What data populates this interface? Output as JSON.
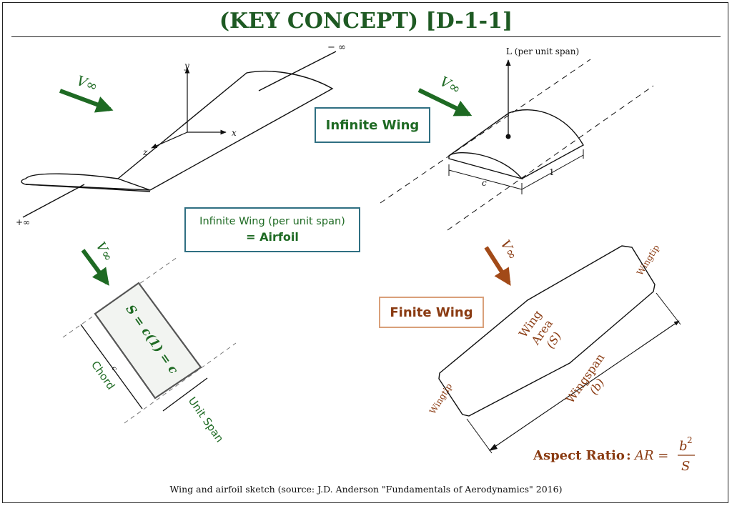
{
  "header": {
    "title": "(KEY CONCEPT) [D-1-1]"
  },
  "boxes": {
    "infinite_wing": "Infinite Wing",
    "airfoil_line1": "Infinite Wing (per unit span)",
    "airfoil_line2": "= Airfoil",
    "finite_wing": "Finite Wing"
  },
  "sketch_3d": {
    "axis_y": "y",
    "axis_x": "x",
    "axis_z": "z",
    "minus_inf": "− ∞",
    "plus_inf": "+∞",
    "freestream": "V∞"
  },
  "sketch_section": {
    "lift": "L (per unit span)",
    "chord": "c",
    "unit": "1",
    "freestream": "V∞"
  },
  "sketch_strip": {
    "area_formula": "S = c(1) = c",
    "chord_label": "Chord",
    "chord_symbol": "c",
    "span_label": "Unit Span",
    "freestream": "V∞"
  },
  "sketch_finite": {
    "wingtip_top": "Wingtip",
    "wingtip_bottom": "Wingtip",
    "area_line1": "Wing",
    "area_line2": "Area",
    "area_line3": "(S)",
    "span_line1": "Wingspan",
    "span_line2": "(b)",
    "freestream": "V∞",
    "aspect_label": "Aspect Ratio",
    "aspect_colon": ":",
    "aspect_ar": "AR =",
    "aspect_num": "b",
    "aspect_exp": "2",
    "aspect_den": "S"
  },
  "caption": "Wing and airfoil sketch (source: J.D. Anderson \"Fundamentals of Aerodynamics\" 2016)",
  "colors": {
    "green": "#1e6a23",
    "brown": "#8a3b12",
    "box_border": "#2f6f82",
    "finite_border": "#d9a07a"
  }
}
